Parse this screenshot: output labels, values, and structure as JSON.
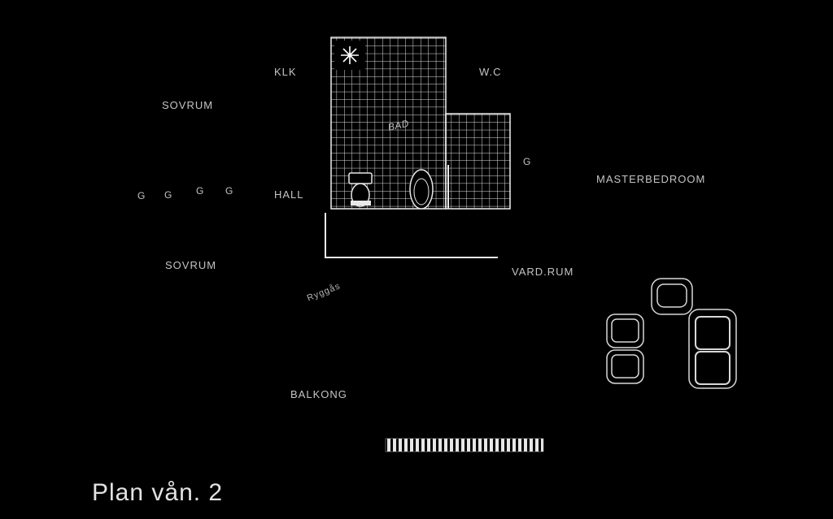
{
  "plan": {
    "title": "Plan vån. 2",
    "rooms": {
      "klk": "KLK",
      "wc": "W.C",
      "sovrum_top": "SOVRUM",
      "bad": "BAD",
      "masterbedroom": "MASTERBEDROOM",
      "hall": "HALL",
      "sovrum_bottom": "SOVRUM",
      "vardrum": "VARD.RUM",
      "balkong": "BALKONG"
    },
    "annotations": {
      "ryggas": "Ryggås",
      "g": "G"
    },
    "colors": {
      "background": "#000000",
      "line": "#e8e8e8",
      "text": "#c4c4c4"
    }
  }
}
